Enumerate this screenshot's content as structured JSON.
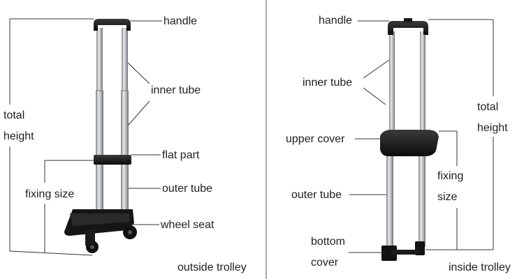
{
  "left": {
    "handle": "handle",
    "inner_tube": "inner tube",
    "total_height_line1": "total",
    "total_height_line2": "height",
    "flat_part": "flat part",
    "outer_tube": "outer tube",
    "fixing_size": "fixing size",
    "wheel_seat": "wheel seat",
    "caption": "outside trolley"
  },
  "right": {
    "handle": "handle",
    "inner_tube": "inner tube",
    "upper_cover": "upper cover",
    "outer_tube": "outer tube",
    "bottom_cover_line1": "bottom",
    "bottom_cover_line2": "cover",
    "fixing_size_line1": "fixing",
    "fixing_size_line2": "size",
    "total_height_line1": "total",
    "total_height_line2": "height",
    "caption": "inside trolley"
  },
  "colors": {
    "tube": "#b9bcbf",
    "plastic": "#141414",
    "line": "#333333"
  }
}
